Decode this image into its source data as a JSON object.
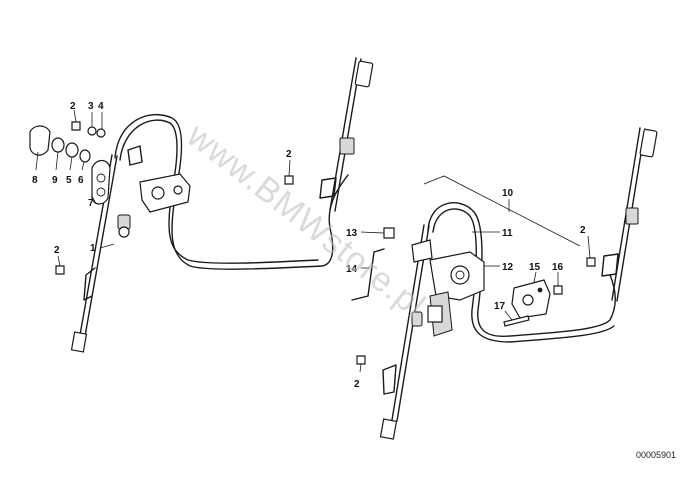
{
  "watermark": "www.BMWstore.pl",
  "image_code": "00005901",
  "callouts": {
    "c1": "1",
    "c2a": "2",
    "c3": "3",
    "c4": "4",
    "c5": "5",
    "c6": "6",
    "c7": "7",
    "c8": "8",
    "c9": "9",
    "c2b": "2",
    "c2c": "2",
    "c10": "10",
    "c11": "11",
    "c12": "12",
    "c13": "13",
    "c14": "14",
    "c15": "15",
    "c16": "16",
    "c17": "17",
    "c2d": "2",
    "c2e": "2"
  }
}
